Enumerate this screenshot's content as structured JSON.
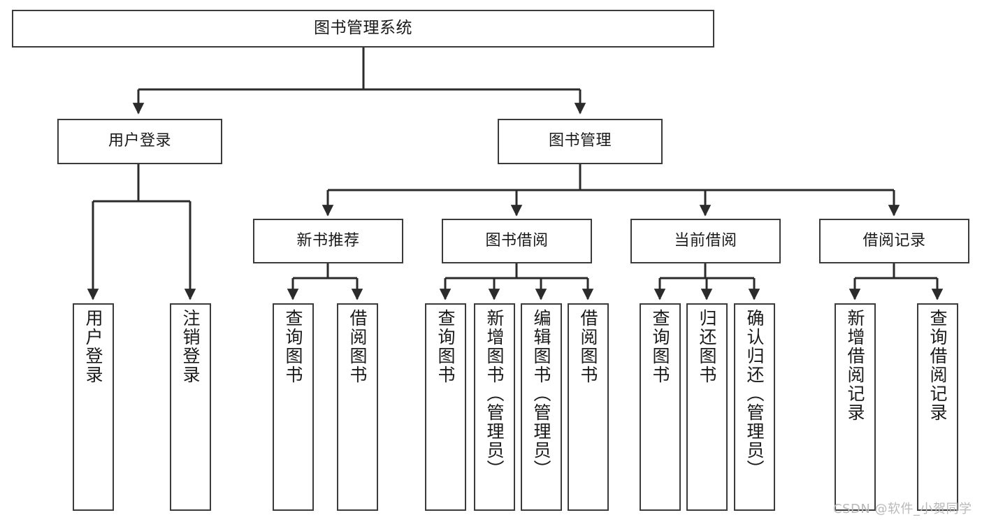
{
  "diagram": {
    "title": "图书管理系统",
    "type": "function-structure-tree",
    "root": {
      "label": "图书管理系统"
    },
    "level2": [
      {
        "id": "user-login",
        "label": "用户登录"
      },
      {
        "id": "book-manage",
        "label": "图书管理"
      }
    ],
    "level3": [
      {
        "id": "new-book-recommend",
        "label": "新书推荐",
        "parent": "book-manage"
      },
      {
        "id": "book-borrow",
        "label": "图书借阅",
        "parent": "book-manage"
      },
      {
        "id": "current-borrow",
        "label": "当前借阅",
        "parent": "book-manage"
      },
      {
        "id": "borrow-record",
        "label": "借阅记录",
        "parent": "book-manage"
      }
    ],
    "leaves": {
      "user_login": [
        {
          "id": "leaf-user-login",
          "label": "用户登录"
        },
        {
          "id": "leaf-user-logout",
          "label": "注销登录"
        }
      ],
      "new_book_recommend": [
        {
          "id": "leaf-query-book-1",
          "label": "查询图书"
        },
        {
          "id": "leaf-borrow-book-1",
          "label": "借阅图书"
        }
      ],
      "book_borrow": [
        {
          "id": "leaf-query-book-2",
          "label": "查询图书"
        },
        {
          "id": "leaf-add-book",
          "label": "新增图书（管理员）"
        },
        {
          "id": "leaf-edit-book",
          "label": "编辑图书（管理员）"
        },
        {
          "id": "leaf-borrow-book-2",
          "label": "借阅图书"
        }
      ],
      "current_borrow": [
        {
          "id": "leaf-query-book-3",
          "label": "查询图书"
        },
        {
          "id": "leaf-return-book",
          "label": "归还图书"
        },
        {
          "id": "leaf-confirm-return",
          "label": "确认归还（管理员）"
        }
      ],
      "borrow_record": [
        {
          "id": "leaf-add-record",
          "label": "新增借阅记录"
        },
        {
          "id": "leaf-query-record",
          "label": "查询借阅记录"
        }
      ]
    },
    "colors": {
      "stroke": "#3b3b3b",
      "edge": "#2b2b2b",
      "fill": "#ffffff",
      "text": "#1a1a1a",
      "watermark": "#b9b9b9"
    }
  },
  "watermark": {
    "text": "CSDN @软件_小贺同学"
  }
}
